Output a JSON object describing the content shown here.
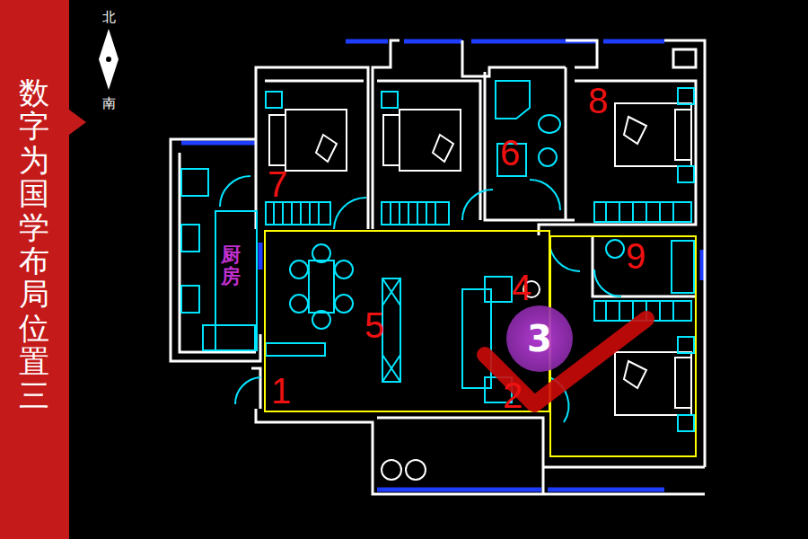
{
  "diagram": {
    "title": "数字为国学布局位置三",
    "nodes": [
      {
        "text": [
          "3"
        ]
      }
    ],
    "labels": [
      "北",
      "南",
      "厨房",
      "7",
      "6",
      "8",
      "9",
      "4",
      "5",
      "1",
      "2"
    ]
  }
}
